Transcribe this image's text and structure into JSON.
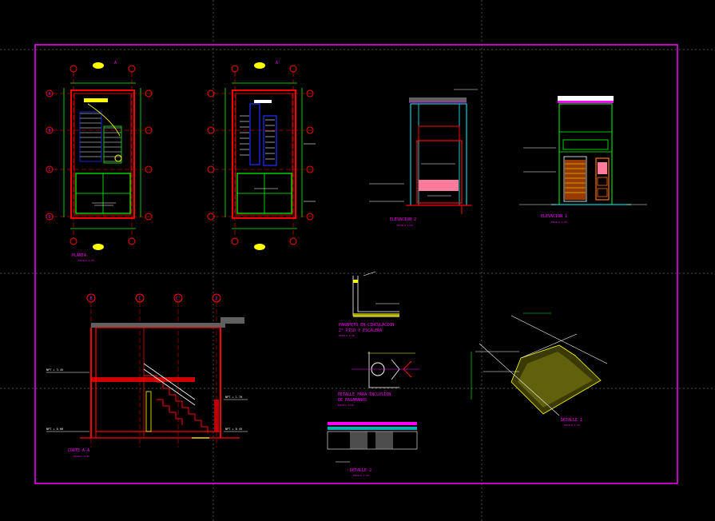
{
  "colors": {
    "background": "#000000",
    "frame": "#ff00ff",
    "wall": "#ff0000",
    "green": "#00ff00",
    "cyan": "#00ffff",
    "yellow": "#ffff00",
    "white": "#ffffff",
    "blue": "#2030ff",
    "pink": "#ff7b9c",
    "grey": "#606060"
  },
  "titles": {
    "planta": "PLANTA",
    "planta_scale": "ESCALA 1/25",
    "elevacion2": "ELEVACION 2",
    "elevacion2_scale": "ESCALA 1/25",
    "elevacion1": "ELEVACION 1",
    "elevacion1_scale": "ESCALA 1/25",
    "corte": "CORTE A-A",
    "corte_scale": "ESCALA 1/25",
    "parapeto_line1": "PARAPETO EN CIRCULACION",
    "parapeto_line2": "2° PISO Y ESCALERA",
    "parapeto_scale": "ESCALA 1/10",
    "inclusion_line1": "DETALLE PARA INCLUSION",
    "inclusion_line2": "DE PASAMANOS",
    "inclusion_scale": "ESCALA 1/10",
    "detalle1": "DETALLE 1",
    "detalle1_scale": "ESCALA 1/10",
    "detalle2": "DETALLE 2",
    "detalle2_scale": "ESCALA 1/10"
  },
  "grid_labels": {
    "columns_top": [
      "A",
      "A'"
    ],
    "rows_left": [
      "A",
      "B",
      "C",
      "D"
    ],
    "section_top": [
      "B",
      "C",
      "C'",
      "D"
    ]
  },
  "levels": {
    "npt1": "NPT + 3.45",
    "npt2": "NPT + 0.00",
    "npt3": "NPT + 1.70",
    "npt4": "NPT + 0.45"
  }
}
